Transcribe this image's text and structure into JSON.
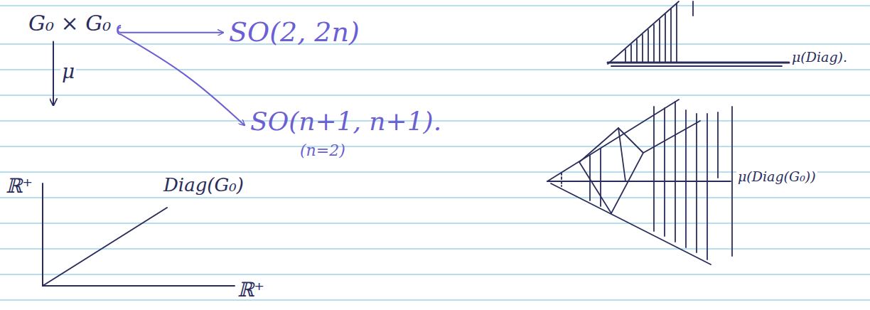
{
  "diagram": {
    "nodes": [
      {
        "text": [
          "G₀ × G₀"
        ]
      },
      {
        "text": [
          "SO(2, 2n)"
        ]
      },
      {
        "text": [
          "SO(n+1, n+1).",
          "(n=2)"
        ]
      },
      {
        "text": [
          "ℝ⁺",
          "Diag(G₀)",
          "ℝ⁺"
        ]
      }
    ],
    "edges": [
      {
        "from": 0,
        "to": 1,
        "arrow": "to"
      },
      {
        "from": 0,
        "to": 2,
        "arrow": "to"
      },
      {
        "from": 0,
        "to": 3,
        "label": "μ",
        "arrow": "to"
      }
    ],
    "labels": [
      "μ(Diag).",
      "μ(Diag(G₀))"
    ]
  }
}
